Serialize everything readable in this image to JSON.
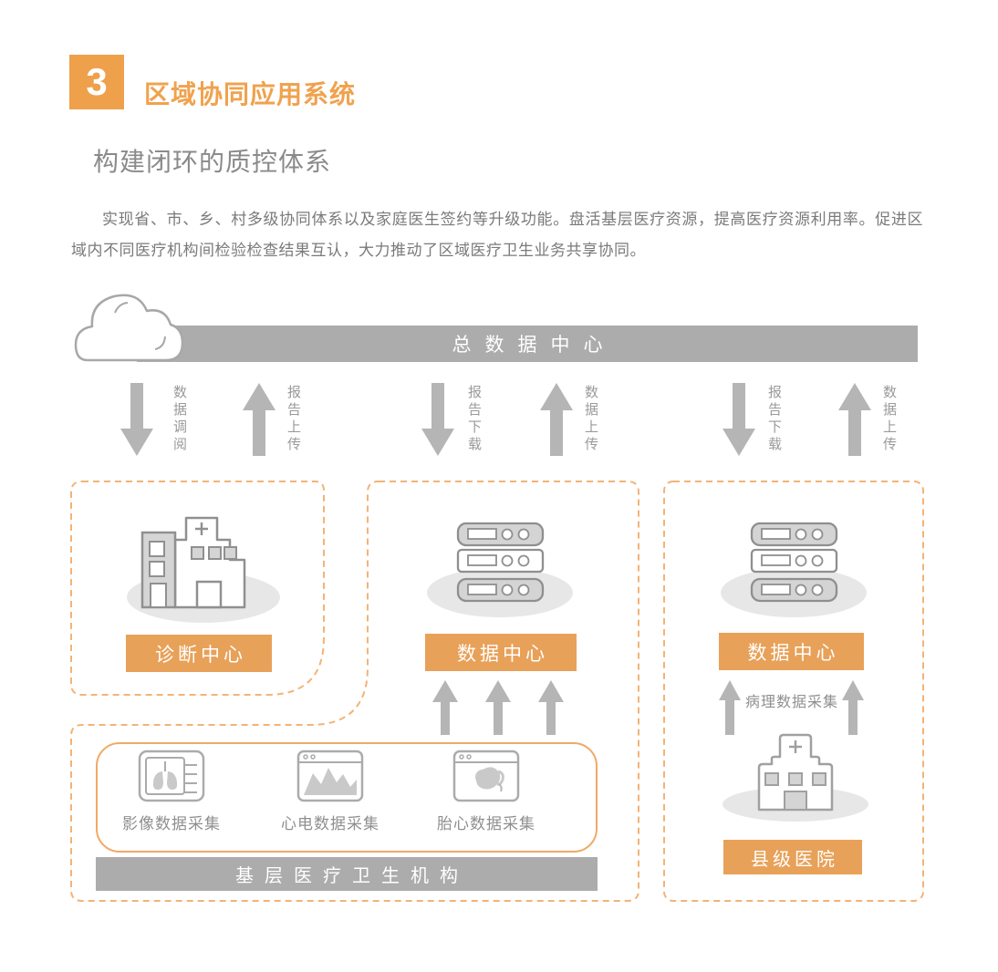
{
  "header": {
    "badge_number": "3",
    "title": "区域协同应用系统",
    "subtitle": "构建闭环的质控体系",
    "paragraph": "实现省、市、乡、村多级协同体系以及家庭医生签约等升级功能。盘活基层医疗资源，提高医疗资源利用率。促进区域内不同医疗机构间检验检查结果互认，大力推动了区域医疗卫生业务共享协同。"
  },
  "diagram": {
    "top_bar": {
      "label": "总数据中心"
    },
    "flow_arrows": [
      {
        "direction": "down",
        "label": "数据调阅"
      },
      {
        "direction": "up",
        "label": "报告上传"
      },
      {
        "direction": "down",
        "label": "报告下载"
      },
      {
        "direction": "up",
        "label": "数据上传"
      },
      {
        "direction": "down",
        "label": "报告下载"
      },
      {
        "direction": "up",
        "label": "数据上传"
      }
    ],
    "nodes": {
      "diagnosis_center": {
        "label": "诊断中心",
        "icon": "hospital-building-icon"
      },
      "data_center_mid": {
        "label": "数据中心",
        "icon": "server-stack-icon"
      },
      "data_center_right": {
        "label": "数据中心",
        "icon": "server-stack-icon"
      },
      "county_hospital": {
        "label": "县级医院",
        "icon": "hospital-icon"
      }
    },
    "collection_group": {
      "items": [
        {
          "label": "影像数据采集",
          "icon": "imaging-monitor-icon"
        },
        {
          "label": "心电数据采集",
          "icon": "ecg-chart-icon"
        },
        {
          "label": "胎心数据采集",
          "icon": "fetal-monitor-icon"
        }
      ],
      "bar_label": "基层医疗卫生机构"
    },
    "pathology_label": "病理数据采集"
  },
  "colors": {
    "accent_orange": "#E8A159",
    "badge_orange": "#EFA04B",
    "dashed_border": "#F3B377",
    "solid_box_border": "#F0A965",
    "gray_bar": "#ACACAC",
    "arrow_gray": "#B5B5B5",
    "shadow_gray": "#E7E7E7",
    "text_gray": "#7A7A7A"
  }
}
